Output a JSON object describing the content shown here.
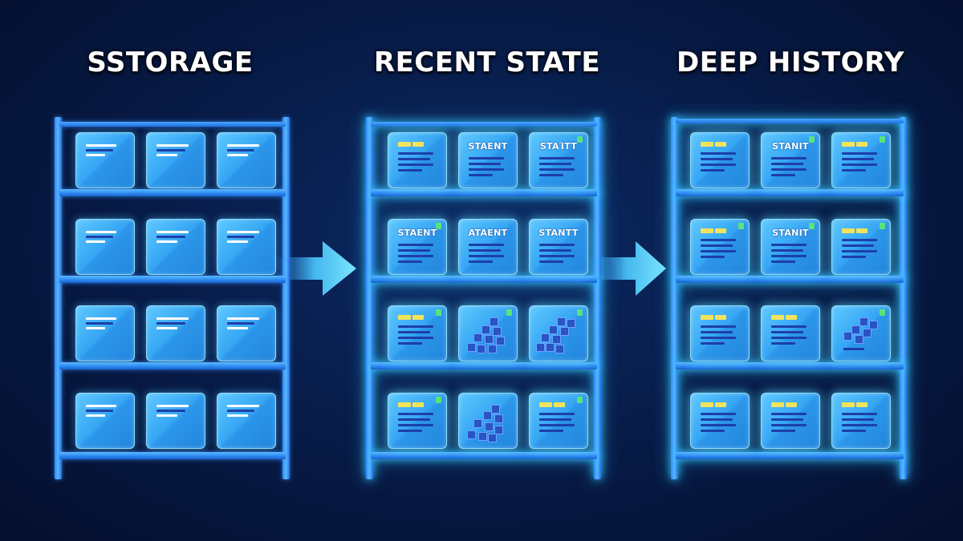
{
  "titles": {
    "storage": "SSTORAGE",
    "recent": "RECENT STATE",
    "history": "DEEP HISTORY"
  },
  "box_labels": {
    "recent_r1c2": "STAENT",
    "recent_r1c3": "STAΊTT",
    "recent_r2c1": "STAENT",
    "recent_r2c2": "ATAENT",
    "recent_r2c3": "STANTT",
    "history_r1c2": "STANIT",
    "history_r2c2": "STANIT"
  },
  "colors": {
    "background": "#071a45",
    "rack_blue": "#2e8dff",
    "box_cyan": "#3fb2f7",
    "glow_cyan": "#36c6ff",
    "tag_yellow": "#f3e35a",
    "tag_green": "#5be37a"
  },
  "icons": [
    "document-icon",
    "database-blocks-icon",
    "right-arrow-icon"
  ]
}
